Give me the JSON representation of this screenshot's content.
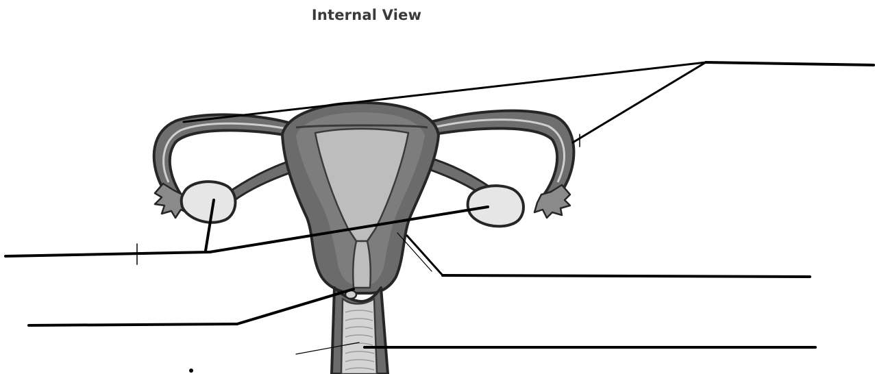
{
  "diagram": {
    "title": "Internal View",
    "colors": {
      "outline": "#262626",
      "tissue_dark": "#5a5a5a",
      "tissue_mid": "#7a7a7a",
      "cavity": "#bcbcbc",
      "ovary": "#e6e6e6",
      "leader_line": "#000000"
    },
    "labels": [
      {
        "id": "label-top-right",
        "text": ""
      },
      {
        "id": "label-left",
        "text": ""
      },
      {
        "id": "label-right-middle",
        "text": ""
      },
      {
        "id": "label-left-bottom",
        "text": ""
      },
      {
        "id": "label-right-bottom",
        "text": ""
      }
    ]
  }
}
